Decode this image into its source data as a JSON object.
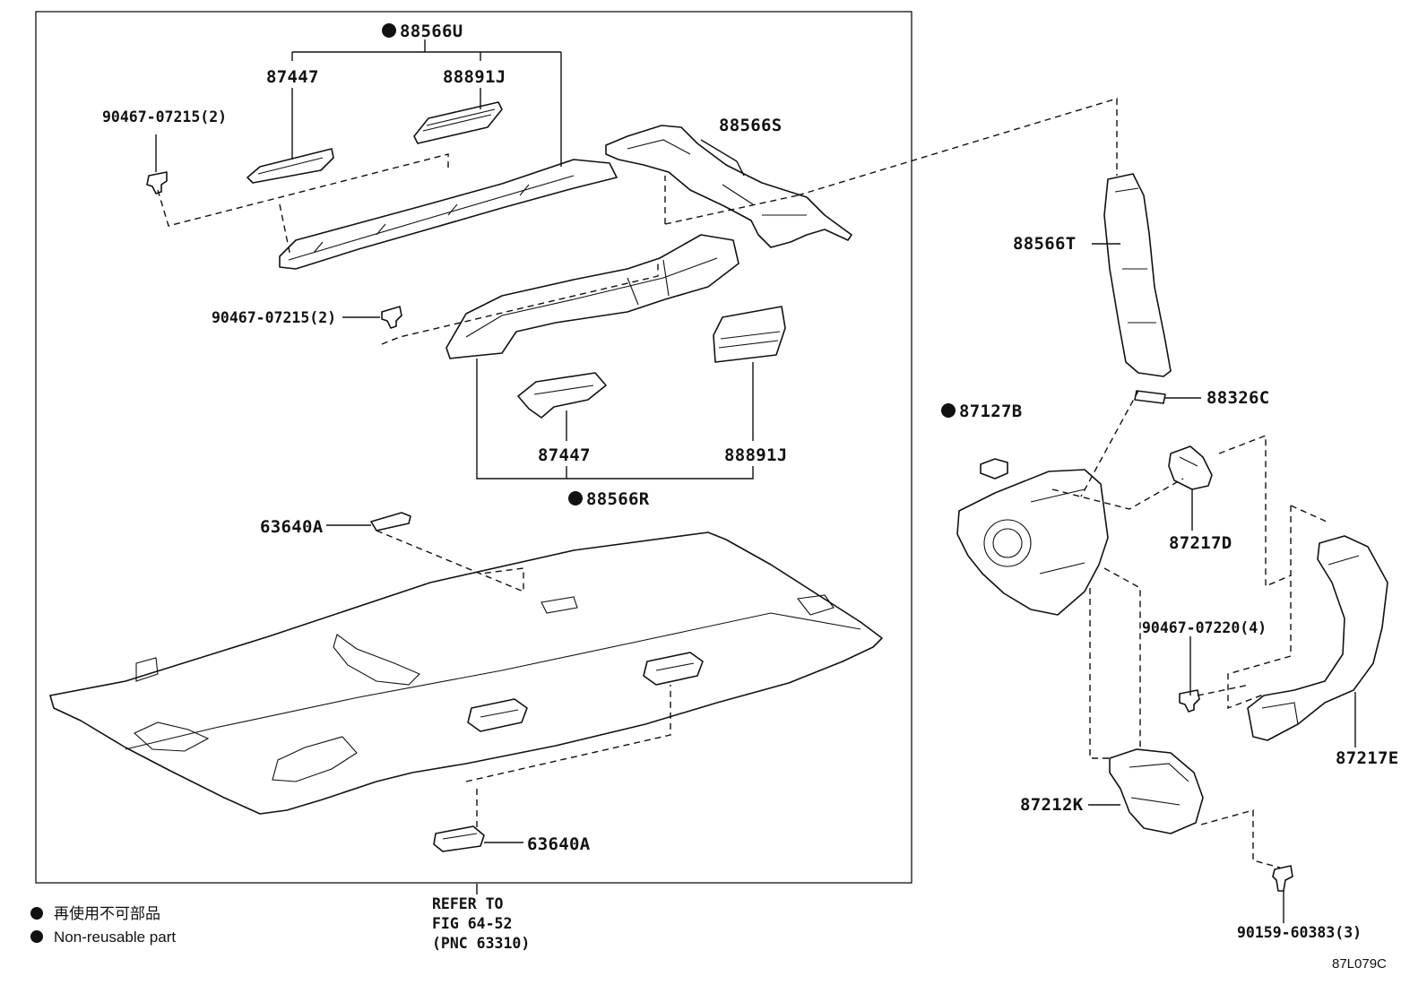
{
  "labels": {
    "p88566U": "88566U",
    "p87447_top": "87447",
    "p88891J_top": "88891J",
    "p90467_07215_a": "90467-07215(2)",
    "p88566S": "88566S",
    "p90467_07215_b": "90467-07215(2)",
    "p87447_bot": "87447",
    "p88891J_bot": "88891J",
    "p88566R": "88566R",
    "p63640A_top": "63640A",
    "p63640A_bot": "63640A",
    "p88566T": "88566T",
    "p88326C": "88326C",
    "p87127B": "87127B",
    "p87217D": "87217D",
    "p90467_07220": "90467-07220(4)",
    "p87217E": "87217E",
    "p87212K": "87212K",
    "p90159_60383": "90159-60383(3)"
  },
  "refer": {
    "line1": "REFER TO",
    "line2": "FIG 64-52",
    "line3": "(PNC 63310)"
  },
  "legend": {
    "item1": "再使用不可部品",
    "item2": "Non-reusable part"
  },
  "figure_code": "87L079C",
  "icons": {
    "non_reusable_marker": "filled-circle-icon"
  }
}
